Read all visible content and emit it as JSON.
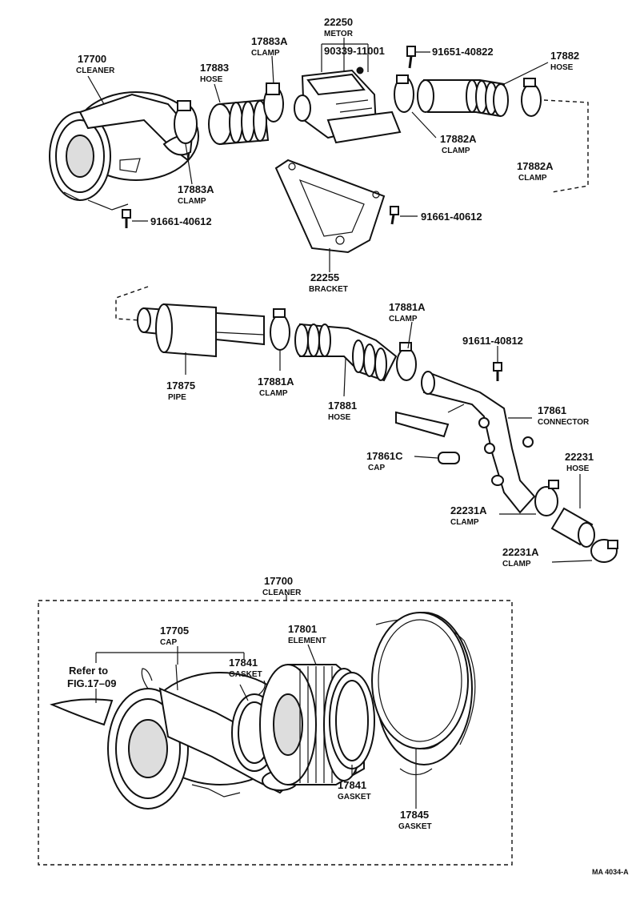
{
  "labels": {
    "cleaner_top_num": "17700",
    "cleaner_top_name": "CLEANER",
    "hose_17883_num": "17883",
    "hose_17883_name": "HOSE",
    "clamp_17883a_top_num": "17883A",
    "clamp_17883a_top_name": "CLAMP",
    "meter_num": "22250",
    "meter_name": "METOR",
    "bolt_90339_num": "90339-11001",
    "bolt_91651_num": "91651-40822",
    "hose_17882_num": "17882",
    "hose_17882_name": "HOSE",
    "clamp_17883a_bot_num": "17883A",
    "clamp_17883a_bot_name": "CLAMP",
    "bolt_91661_left_num": "91661-40612",
    "clamp_17882a_a_num": "17882A",
    "clamp_17882a_a_name": "CLAMP",
    "clamp_17882a_b_num": "17882A",
    "clamp_17882a_b_name": "CLAMP",
    "bolt_91661_right_num": "91661-40612",
    "bracket_num": "22255",
    "bracket_name": "BRACKET",
    "clamp_17881a_top_num": "17881A",
    "clamp_17881a_top_name": "CLAMP",
    "bolt_91611_num": "91611-40812",
    "pipe_num": "17875",
    "pipe_name": "PIPE",
    "clamp_17881a_bot_num": "17881A",
    "clamp_17881a_bot_name": "CLAMP",
    "hose_17881_num": "17881",
    "hose_17881_name": "HOSE",
    "connector_num": "17861",
    "connector_name": "CONNECTOR",
    "cap_17861c_num": "17861C",
    "cap_17861c_name": "CAP",
    "hose_22231_num": "22231",
    "hose_22231_name": "HOSE",
    "clamp_22231a_a_num": "22231A",
    "clamp_22231a_a_name": "CLAMP",
    "clamp_22231a_b_num": "22231A",
    "clamp_22231a_b_name": "CLAMP",
    "cleaner_bot_num": "17700",
    "cleaner_bot_name": "CLEANER",
    "cap_17705_num": "17705",
    "cap_17705_name": "CAP",
    "element_num": "17801",
    "element_name": "ELEMENT",
    "gasket_17841_top_num": "17841",
    "gasket_17841_top_name": "GASKET",
    "refer_line1": "Refer to",
    "refer_line2": "FIG.17–09",
    "gasket_17841_bot_num": "17841",
    "gasket_17841_bot_name": "GASKET",
    "gasket_17845_num": "17845",
    "gasket_17845_name": "GASKET",
    "figure_code": "MA 4034-A"
  }
}
